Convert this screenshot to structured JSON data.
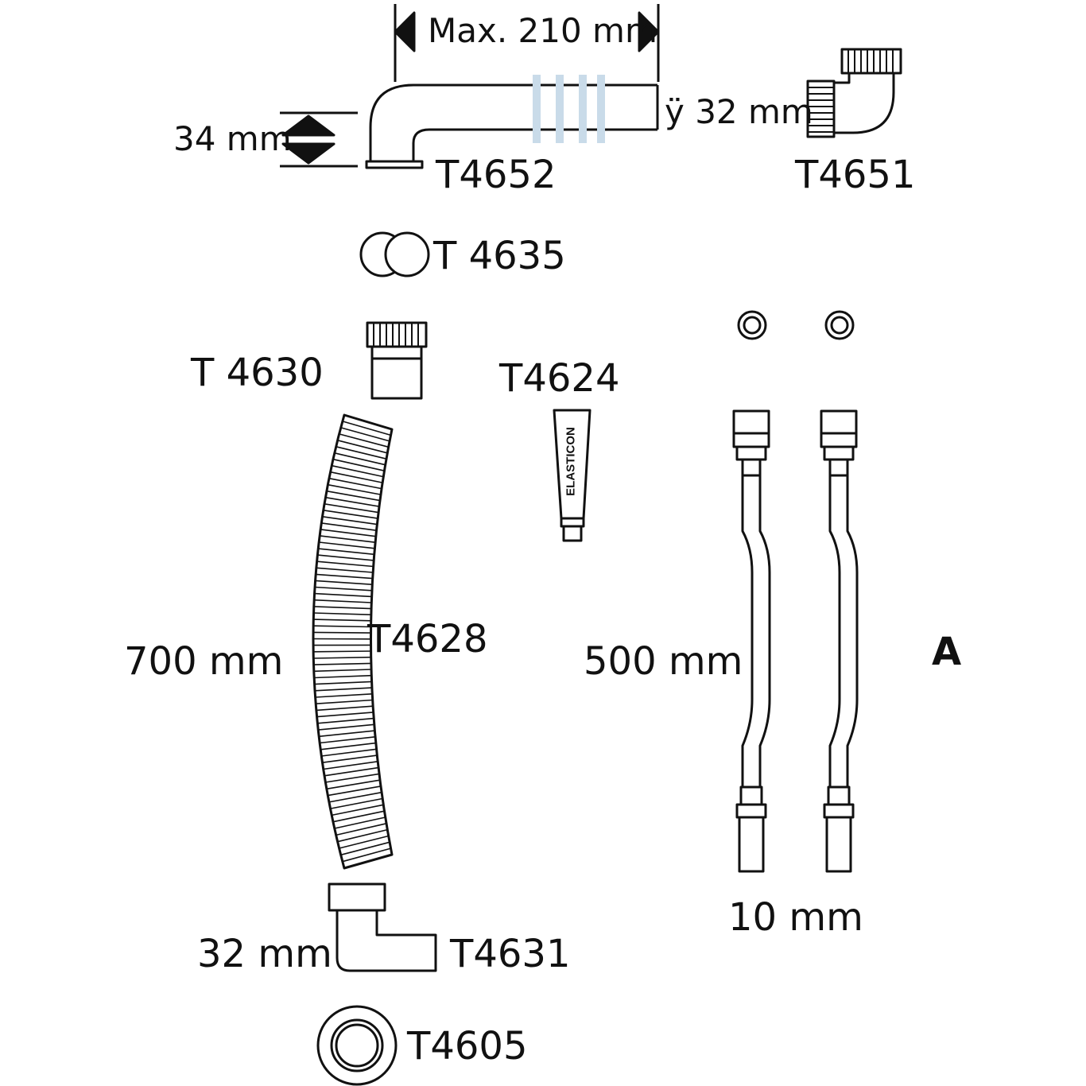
{
  "labels": {
    "max_width": "Max. 210 mm",
    "height_34": "34 mm",
    "diam_32_top": "ÿ 32 mm",
    "part_t4652": "T4652",
    "part_t4651": "T4651",
    "part_t4635": "T 4635",
    "part_t4630": "T 4630",
    "part_t4624": "T4624",
    "tube_brand": "ELASTICON",
    "part_t4628": "T4628",
    "len_700": "700 mm",
    "len_500": "500 mm",
    "mark_a": "A",
    "diam_32_bottom": "32 mm",
    "part_t4631": "T4631",
    "diam_10": "10 mm",
    "part_t4605": "T4605"
  },
  "colors": {
    "line": "#111111",
    "accent_bands": "#c9dbe9"
  }
}
